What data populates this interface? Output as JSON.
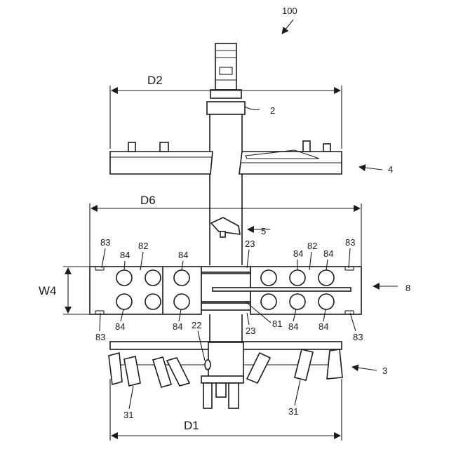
{
  "figure": {
    "ref_main": "100",
    "ref_shaft": "2",
    "ref_upper_plate": "4",
    "ref_part5": "5",
    "ref_middle_unit": "8",
    "ref_lower_unit": "3",
    "ref_31": "31",
    "ref_22": "22",
    "ref_23": "23",
    "ref_81": "81",
    "ref_82": "82",
    "ref_83": "83",
    "ref_84": "84",
    "dim_d1": "D1",
    "dim_d2": "D2",
    "dim_d6": "D6",
    "dim_w4": "W4"
  }
}
